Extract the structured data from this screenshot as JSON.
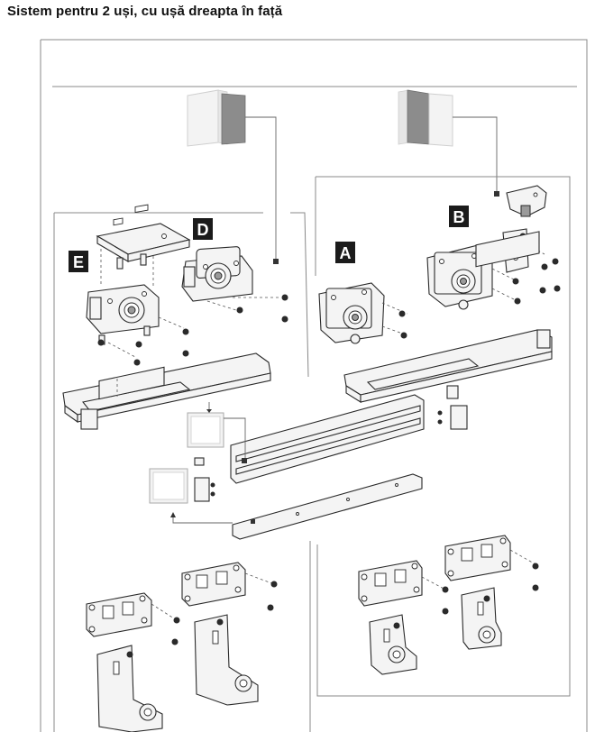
{
  "title": "Sistem pentru 2 uși, cu ușă dreapta în față",
  "labels": {
    "a": "A",
    "b": "B",
    "d": "D",
    "e": "E"
  },
  "colors": {
    "door_light": "#efefef",
    "door_dark": "#8c8c8c",
    "label_bg": "#1b1b1b"
  }
}
